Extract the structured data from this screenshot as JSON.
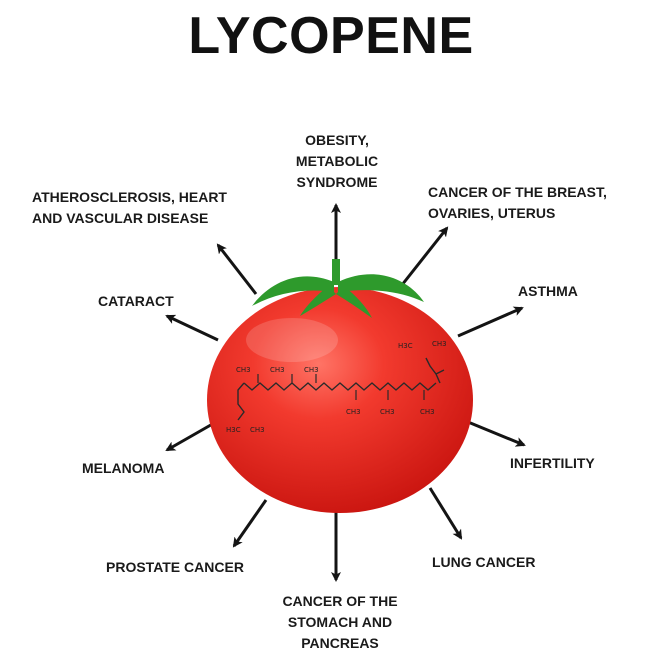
{
  "title": "LYCOPENE",
  "colors": {
    "tomato": "#e8251f",
    "tomato_highlight": "#ff6a5e",
    "tomato_shadow": "#c4140f",
    "stem": "#2e9a2c",
    "arrow": "#141414",
    "text": "#1a1a1a"
  },
  "molecule": {
    "labels": [
      "CH3",
      "CH3",
      "CH3",
      "CH3",
      "CH3",
      "CH3",
      "H3C",
      "CH3",
      "H3C",
      "CH3"
    ]
  },
  "effects": [
    {
      "id": "obesity",
      "lines": [
        "OBESITY,",
        "METABOLIC",
        "SYNDROME"
      ]
    },
    {
      "id": "breast",
      "lines": [
        "CANCER OF THE BREAST,",
        "OVARIES, UTERUS"
      ]
    },
    {
      "id": "asthma",
      "lines": [
        "ASTHMA"
      ]
    },
    {
      "id": "infertility",
      "lines": [
        "INFERTILITY"
      ]
    },
    {
      "id": "lung",
      "lines": [
        "LUNG CANCER"
      ]
    },
    {
      "id": "stomach",
      "lines": [
        "CANCER OF THE",
        "STOMACH AND",
        "PANCREAS"
      ]
    },
    {
      "id": "prostate",
      "lines": [
        "PROSTATE CANCER"
      ]
    },
    {
      "id": "melanoma",
      "lines": [
        "MELANOMA"
      ]
    },
    {
      "id": "cataract",
      "lines": [
        "CATARACT"
      ]
    },
    {
      "id": "atherosclerosis",
      "lines": [
        "ATHEROSCLEROSIS, HEART",
        "AND VASCULAR DISEASE"
      ]
    }
  ]
}
